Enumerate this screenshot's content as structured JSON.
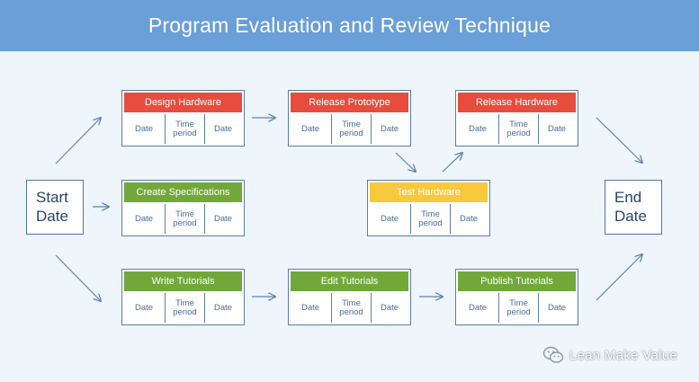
{
  "title": "Program Evaluation and Review Technique",
  "start": {
    "line1": "Start",
    "line2": "Date"
  },
  "end": {
    "line1": "End",
    "line2": "Date"
  },
  "cell_labels": {
    "date": "Date",
    "time_period": "Time period"
  },
  "tasks": [
    {
      "name": "Design Hardware",
      "color": "#e74c3c"
    },
    {
      "name": "Release Prototype",
      "color": "#e74c3c"
    },
    {
      "name": "Release Hardware",
      "color": "#e74c3c"
    },
    {
      "name": "Create Specifications",
      "color": "#72a83a"
    },
    {
      "name": "Test Hardware",
      "color": "#f9c93d"
    },
    {
      "name": "Write Tutorials",
      "color": "#72a83a"
    },
    {
      "name": "Edit Tutorials",
      "color": "#72a83a"
    },
    {
      "name": "Publish Tutorials",
      "color": "#72a83a"
    }
  ],
  "brand": {
    "text": "Lean Make Value",
    "icon": "wechat-icon"
  },
  "colors": {
    "header": "#6a9fd8",
    "background": "#eef5fb",
    "outline": "#4f76a8",
    "arrow": "#5a84b4"
  }
}
